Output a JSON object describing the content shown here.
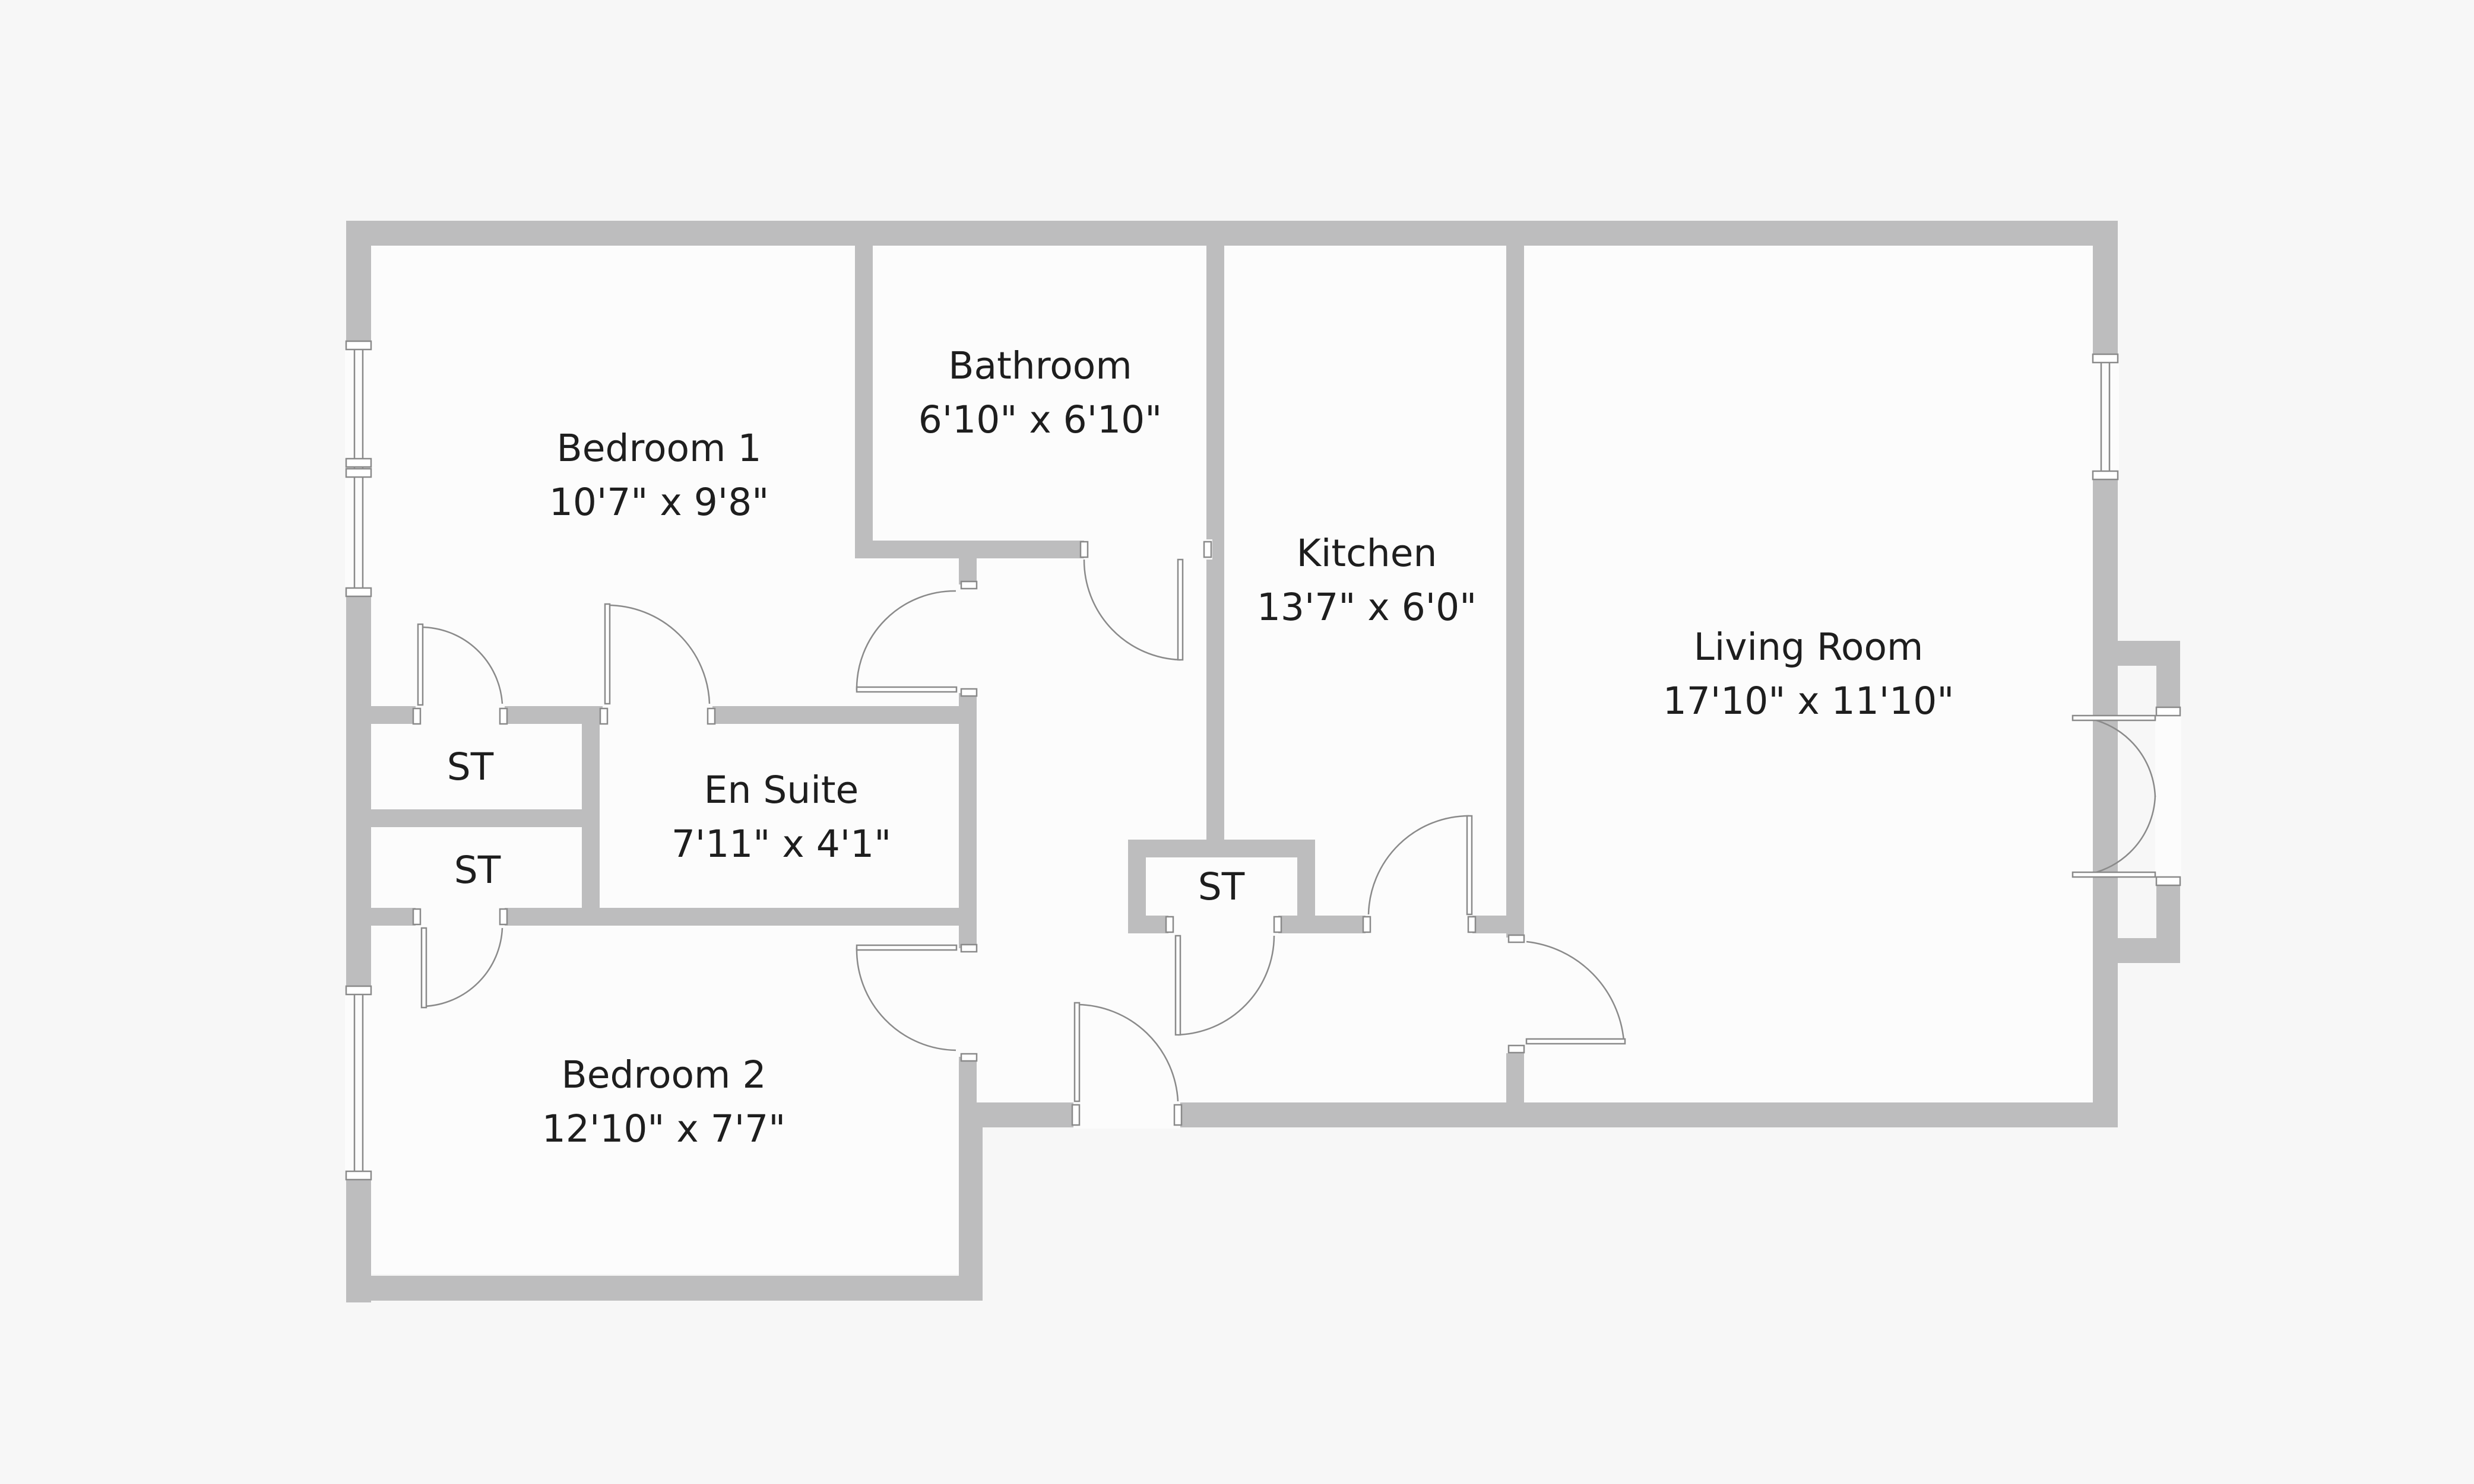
{
  "rooms": {
    "bedroom1": {
      "name": "Bedroom 1",
      "size": "10'7\" x 9'8\""
    },
    "bathroom": {
      "name": "Bathroom",
      "size": "6'10\" x 6'10\""
    },
    "kitchen": {
      "name": "Kitchen",
      "size": "13'7\" x 6'0\""
    },
    "living": {
      "name": "Living Room",
      "size": "17'10\" x 11'10\""
    },
    "ensuite": {
      "name": "En Suite",
      "size": "7'11\" x 4'1\""
    },
    "bedroom2": {
      "name": "Bedroom 2",
      "size": "12'10\" x 7'7\""
    },
    "store1": {
      "name": "ST"
    },
    "store2": {
      "name": "ST"
    },
    "store3": {
      "name": "ST"
    }
  },
  "colors": {
    "background": "#f7f7f7",
    "wall": "#bdbdbe",
    "floor": "#fcfcfc",
    "text": "#1e1e1e"
  }
}
